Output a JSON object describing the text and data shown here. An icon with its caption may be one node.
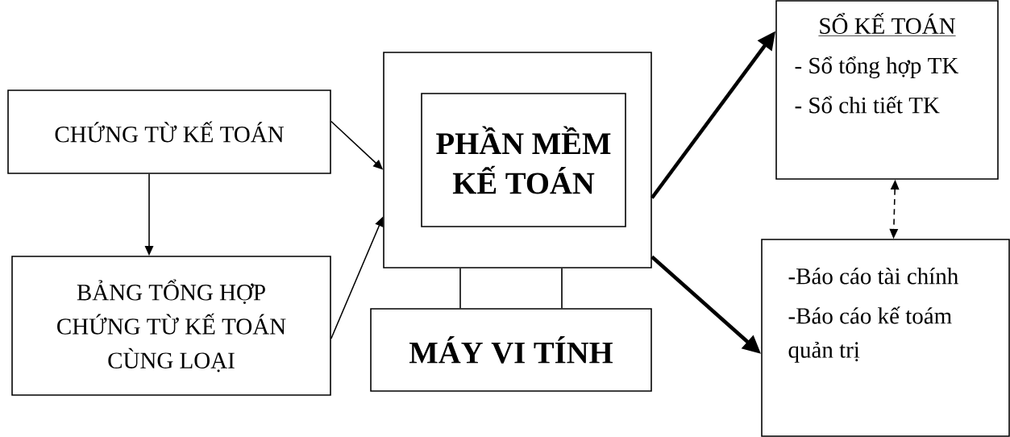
{
  "diagram": {
    "nodes": [
      {
        "text": [
          "CHỨNG TỪ KẾ TOÁN"
        ]
      },
      {
        "text": [
          "BẢNG TỔNG HỢP CHỨNG TỪ KẾ TOÁN CÙNG LOẠI"
        ]
      },
      {
        "text": [],
        "shape": "box"
      },
      {
        "text": [
          "PHẦN MỀM KẾ TOÁN"
        ],
        "in": 2
      },
      {
        "text": [
          "MÁY VI TÍNH"
        ]
      },
      {
        "text": [
          "SỔ KẾ TOÁN",
          "- Sổ tổng hợp TK",
          "- Sổ chi tiết TK"
        ]
      },
      {
        "text": [
          "-Báo cáo tài chính",
          "-Báo cáo kế toám quản trị"
        ]
      }
    ],
    "edges": [
      {
        "from": 0,
        "to": 2,
        "arrow": "to"
      },
      {
        "from": 0,
        "to": 1,
        "arrow": "to"
      },
      {
        "from": 1,
        "to": 2,
        "arrow": "to"
      },
      {
        "from": 2,
        "to": 5,
        "arrow": "to",
        "style": "thick"
      },
      {
        "from": 2,
        "to": 6,
        "arrow": "to",
        "style": "thick"
      },
      {
        "from": 5,
        "to": 6,
        "arrow": "both",
        "style": "dashed"
      },
      {
        "from": 2,
        "to": 4,
        "arrow": "none"
      },
      {
        "from": 2,
        "to": 4,
        "arrow": "none"
      }
    ]
  }
}
